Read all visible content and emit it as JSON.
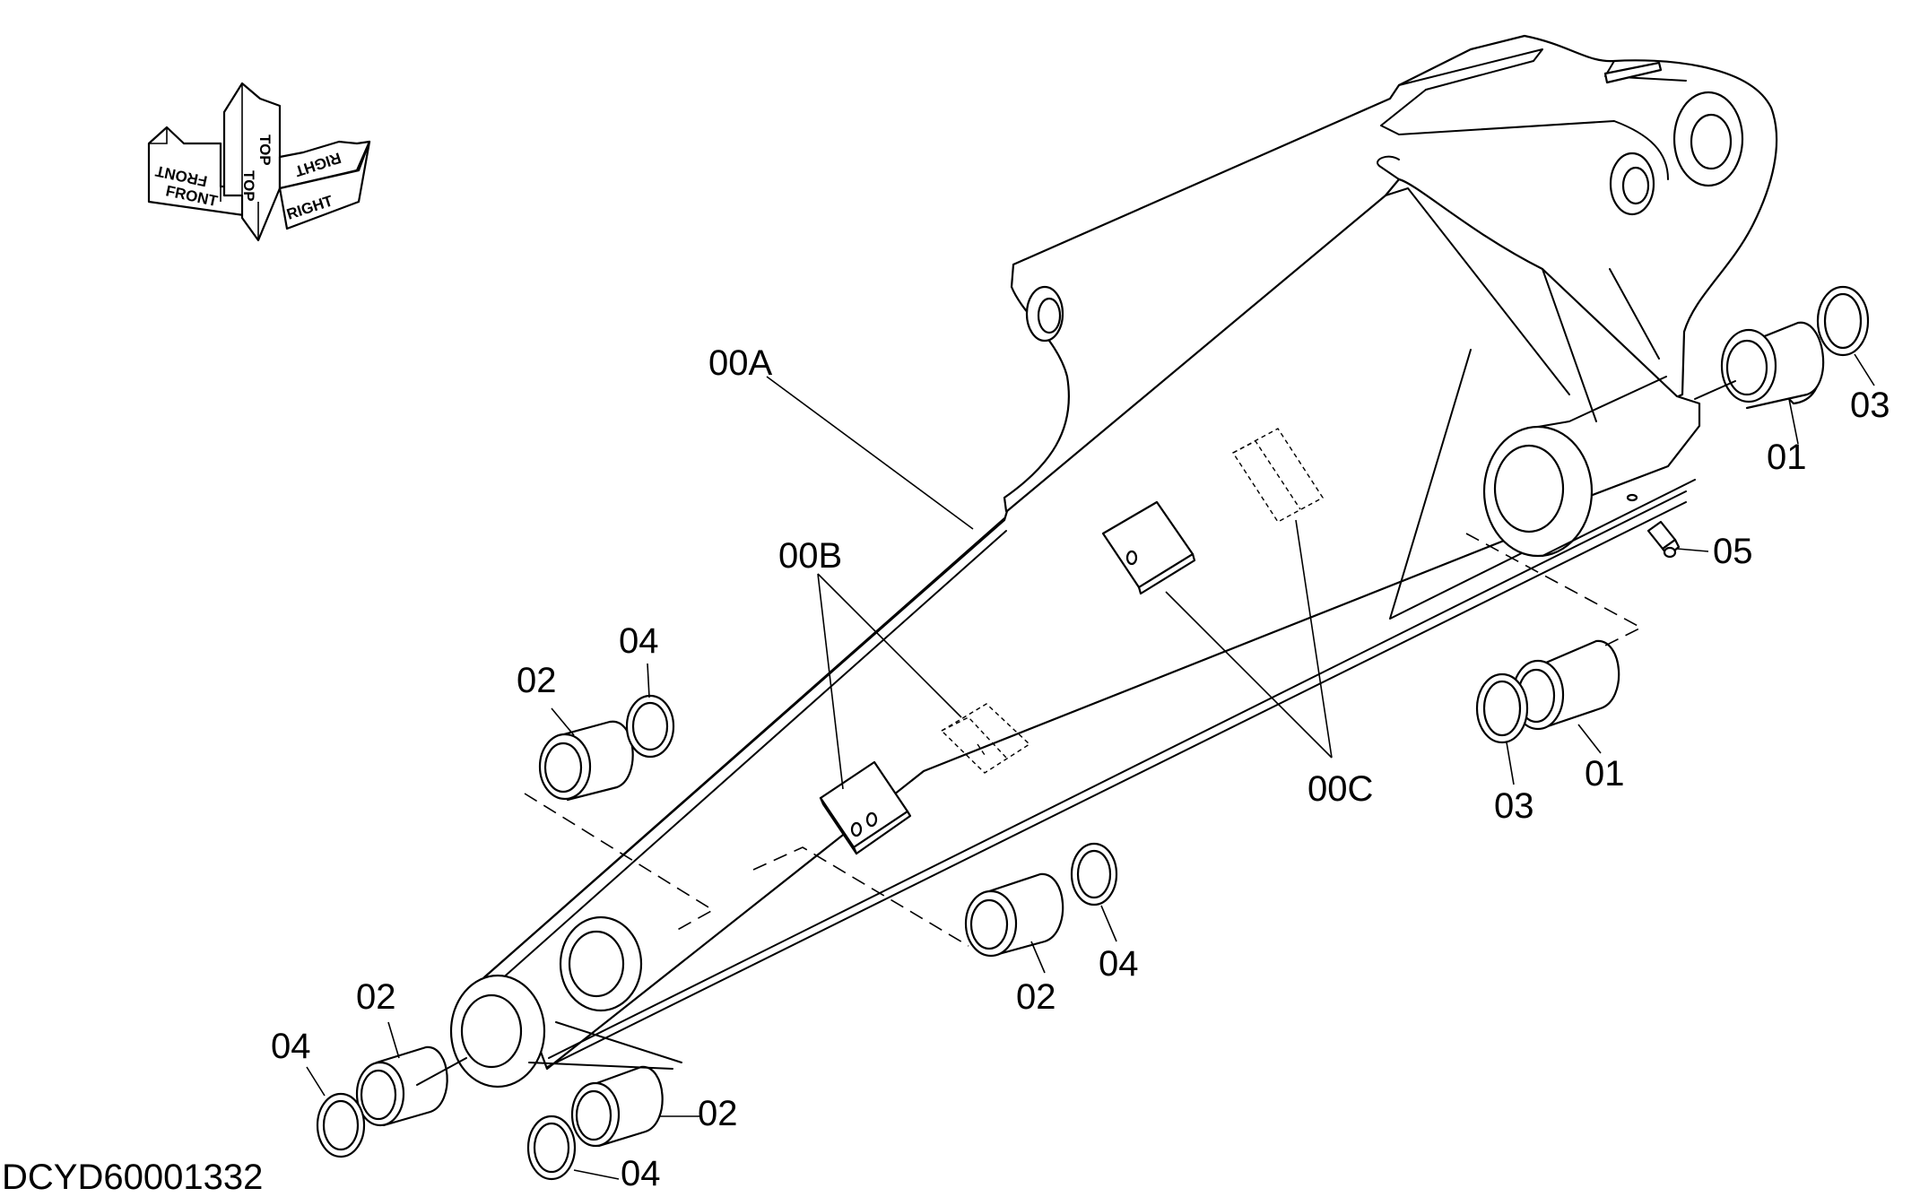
{
  "drawing_code": "DCYD60001332",
  "orientation_indicator": {
    "front": "FRONT",
    "top": "TOP",
    "right": "RIGHT"
  },
  "callouts": [
    {
      "id": "a",
      "text": "00A"
    },
    {
      "id": "b",
      "text": "00B"
    },
    {
      "id": "c",
      "text": "00C"
    },
    {
      "id": "d",
      "text": "01"
    },
    {
      "id": "e",
      "text": "01"
    },
    {
      "id": "f",
      "text": "02"
    },
    {
      "id": "g",
      "text": "02"
    },
    {
      "id": "h",
      "text": "02"
    },
    {
      "id": "i",
      "text": "02"
    },
    {
      "id": "j",
      "text": "03"
    },
    {
      "id": "k",
      "text": "03"
    },
    {
      "id": "l",
      "text": "04"
    },
    {
      "id": "m",
      "text": "04"
    },
    {
      "id": "n",
      "text": "04"
    },
    {
      "id": "o",
      "text": "04"
    },
    {
      "id": "p",
      "text": "05"
    }
  ]
}
